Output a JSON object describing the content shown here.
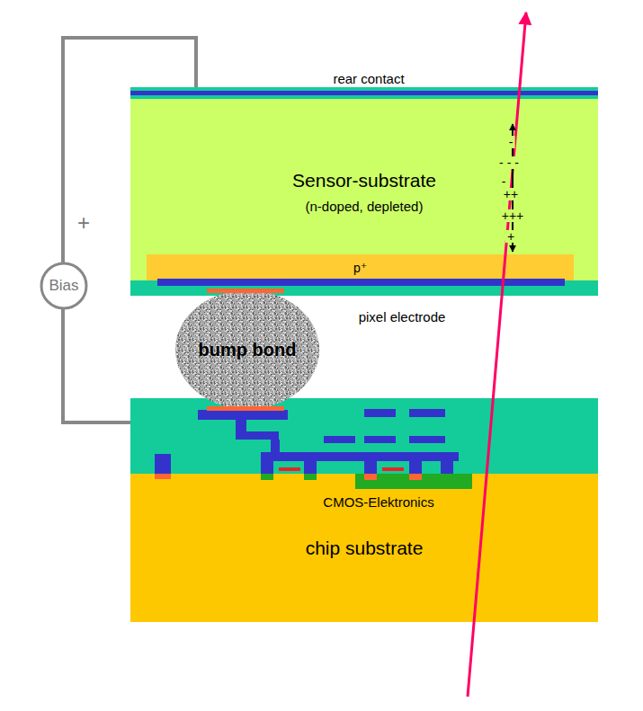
{
  "diagram": {
    "nodes": [
      {
        "text": [
          "Sensor-substrate",
          "(n-doped, depleted)"
        ]
      },
      {
        "text": [
          "p⁺"
        ],
        "in": 0
      },
      {
        "text": [
          "bump bond"
        ]
      },
      {
        "text": [
          "Bias"
        ]
      },
      {
        "text": [
          "chip substrate"
        ]
      }
    ],
    "labels": [
      "rear contact",
      "+",
      "-",
      "- - -",
      "-",
      "++",
      "+++",
      "+",
      "pixel electrode",
      "CMOS-Elektronics"
    ]
  }
}
